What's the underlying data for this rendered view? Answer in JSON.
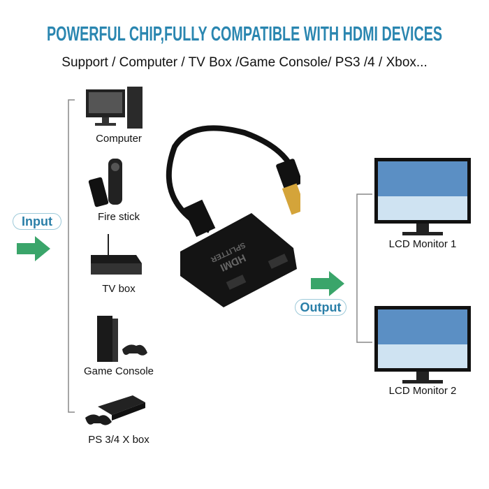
{
  "header": {
    "title": "POWERFUL CHIP,FULLY COMPATIBLE WITH HDMI DEVICES",
    "subtitle": "Support  / Computer /  TV Box /Game Console/ PS3 /4 / Xbox..."
  },
  "inputs": {
    "label": "Input",
    "devices": [
      {
        "label": "Computer",
        "icon": "computer-icon"
      },
      {
        "label": "Fire stick",
        "icon": "fire-stick-icon"
      },
      {
        "label": "TV box",
        "icon": "tv-box-icon"
      },
      {
        "label": "Game Console",
        "icon": "game-console-icon"
      },
      {
        "label": "PS 3/4 X box",
        "icon": "ps-console-icon"
      }
    ]
  },
  "splitter": {
    "text_line1": "HDMI",
    "text_line2": "SPLITTER"
  },
  "outputs": {
    "label": "Output",
    "devices": [
      {
        "label": "LCD Monitor 1",
        "icon": "monitor-icon"
      },
      {
        "label": "LCD Monitor 2",
        "icon": "monitor-icon"
      }
    ]
  },
  "colors": {
    "title": "#2a86b0",
    "arrow": "#3aa56a"
  }
}
